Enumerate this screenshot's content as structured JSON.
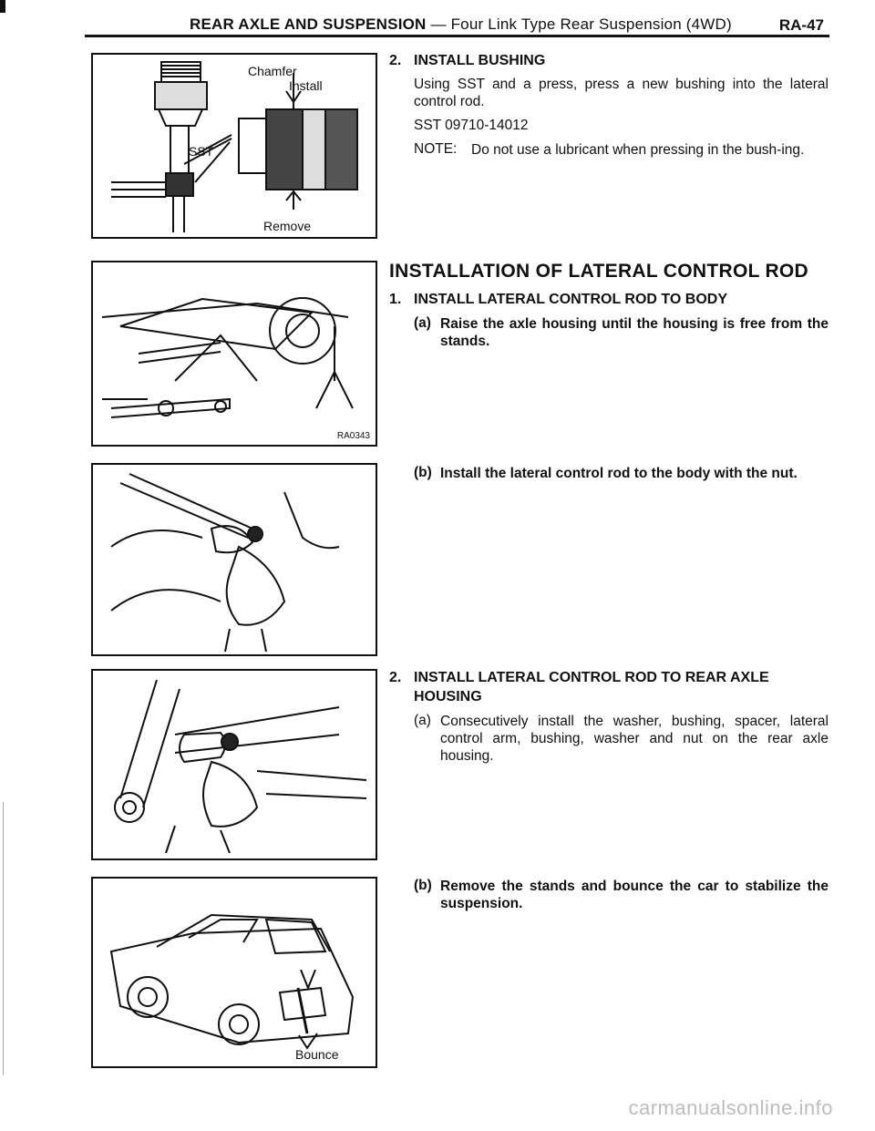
{
  "header": {
    "section": "REAR AXLE AND SUSPENSION",
    "subtitle": "— Four Link Type Rear Suspension (4WD)",
    "page": "RA-47"
  },
  "figures": {
    "fig1": {
      "chamfer": "Chamfer",
      "install": "Install",
      "sst": "SST",
      "remove": "Remove"
    },
    "fig2": {
      "code": "RA0343"
    },
    "fig5": {
      "bounce": "Bounce"
    }
  },
  "step_a": {
    "num": "2.",
    "title": "INSTALL BUSHING",
    "para": "Using SST and a press, press a new bushing into the lateral control rod.",
    "sst": "SST 09710-14012",
    "note_key": "NOTE:",
    "note_val": "Do not use a lubricant when pressing in the bush-ing."
  },
  "section": {
    "title": "INSTALLATION OF LATERAL CONTROL ROD"
  },
  "step1": {
    "num": "1.",
    "title": "INSTALL LATERAL CONTROL ROD TO BODY",
    "a_label": "(a)",
    "a_text": "Raise the axle housing until the housing is free from the stands.",
    "b_label": "(b)",
    "b_text": "Install the lateral control rod to the body with the nut."
  },
  "step2": {
    "num": "2.",
    "title_line1": "INSTALL LATERAL CONTROL ROD TO REAR AXLE",
    "title_line2": "HOUSING",
    "a_label": "(a)",
    "a_text": "Consecutively install the washer, bushing, spacer, lateral control arm, bushing, washer and nut on the rear axle housing.",
    "b_label": "(b)",
    "b_text": "Remove the stands and bounce the car to stabilize the suspension."
  },
  "watermark": "carmanualsonline.info"
}
